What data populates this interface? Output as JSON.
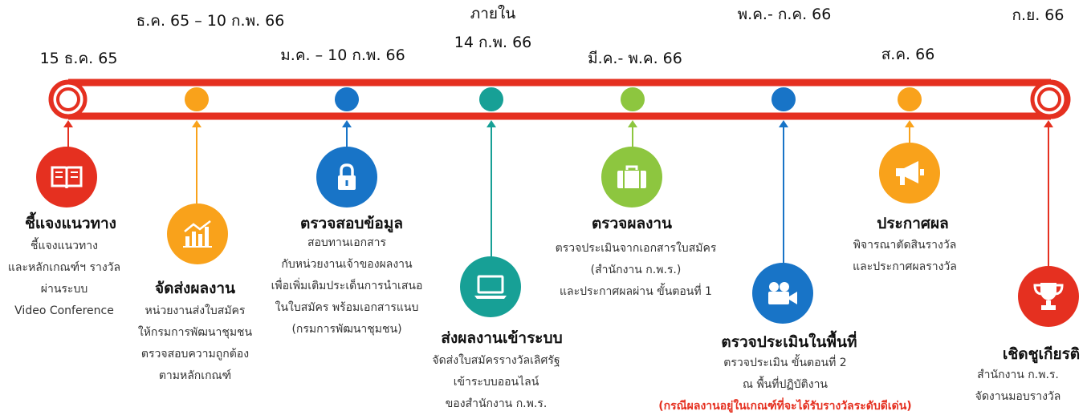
{
  "timeline": {
    "bar_color": "#e53020",
    "stages": [
      {
        "id": "s1",
        "date": "15 ธ.ค. 65",
        "dot_color": "#e53020",
        "icon": "book-icon",
        "icon_color": "#e53020",
        "title": "ชี้แจงแนวทาง",
        "desc": [
          "ชี้แจงแนวทาง",
          "และหลักเกณฑ์ฯ รางวัล",
          "ผ่านระบบ",
          "Video Conference"
        ]
      },
      {
        "id": "s2",
        "date": "ธ.ค. 65 – 10 ก.พ. 66",
        "dot_color": "#f9a21b",
        "icon": "bar-chart-icon",
        "icon_color": "#f9a21b",
        "title": "จัดส่งผลงาน",
        "desc": [
          "หน่วยงานส่งใบสมัคร",
          "ให้กรมการพัฒนาชุมชน",
          "ตรวจสอบความถูกต้อง",
          "ตามหลักเกณฑ์"
        ]
      },
      {
        "id": "s3",
        "date": "ม.ค. – 10 ก.พ. 66",
        "dot_color": "#1874c7",
        "icon": "lock-icon",
        "icon_color": "#1874c7",
        "title": "ตรวจสอบข้อมูล",
        "desc": [
          "สอบทานเอกสาร",
          "กับหน่วยงานเจ้าของผลงาน",
          "เพื่อเพิ่มเติมประเด็นการนำเสนอ",
          "ในใบสมัคร พร้อมเอกสารแนบ",
          "(กรมการพัฒนาชุมชน)"
        ]
      },
      {
        "id": "s4",
        "date": [
          "ภายใน",
          "14 ก.พ. 66"
        ],
        "dot_color": "#17a096",
        "icon": "laptop-icon",
        "icon_color": "#17a096",
        "title": "ส่งผลงานเข้าระบบ",
        "desc": [
          "จัดส่งใบสมัครรางวัลเลิศรัฐ",
          "เข้าระบบออนไลน์",
          "ของสำนักงาน ก.พ.ร."
        ]
      },
      {
        "id": "s5",
        "date": "มี.ค.- พ.ค. 66",
        "dot_color": "#8dc63f",
        "icon": "briefcase-icon",
        "icon_color": "#8dc63f",
        "title": "ตรวจผลงาน",
        "desc": [
          "ตรวจประเมินจากเอกสารใบสมัคร",
          "(สำนักงาน ก.พ.ร.)",
          "และประกาศผลผ่าน ขั้นตอนที่ 1"
        ]
      },
      {
        "id": "s6",
        "date": "พ.ค.- ก.ค. 66",
        "dot_color": "#1874c7",
        "icon": "video-camera-icon",
        "icon_color": "#1874c7",
        "title": "ตรวจประเมินในพื้นที่",
        "desc": [
          "ตรวจประเมิน ขั้นตอนที่ 2",
          "ณ พื้นที่ปฏิบัติงาน"
        ],
        "note": "(กรณีผลงานอยู่ในเกณฑ์ที่จะได้รับรางวัลระดับดีเด่น)"
      },
      {
        "id": "s7",
        "date": "ส.ค. 66",
        "dot_color": "#f9a21b",
        "icon": "megaphone-icon",
        "icon_color": "#f9a21b",
        "title": "ประกาศผล",
        "desc": [
          "พิจารณาตัดสินรางวัล",
          "และประกาศผลรางวัล"
        ]
      },
      {
        "id": "s8",
        "date": "ก.ย. 66",
        "dot_color": "#e53020",
        "icon": "trophy-icon",
        "icon_color": "#e53020",
        "title": "เชิดชูเกียรติ",
        "desc": [
          "สำนักงาน ก.พ.ร.",
          "จัดงานมอบรางวัล"
        ]
      }
    ]
  }
}
